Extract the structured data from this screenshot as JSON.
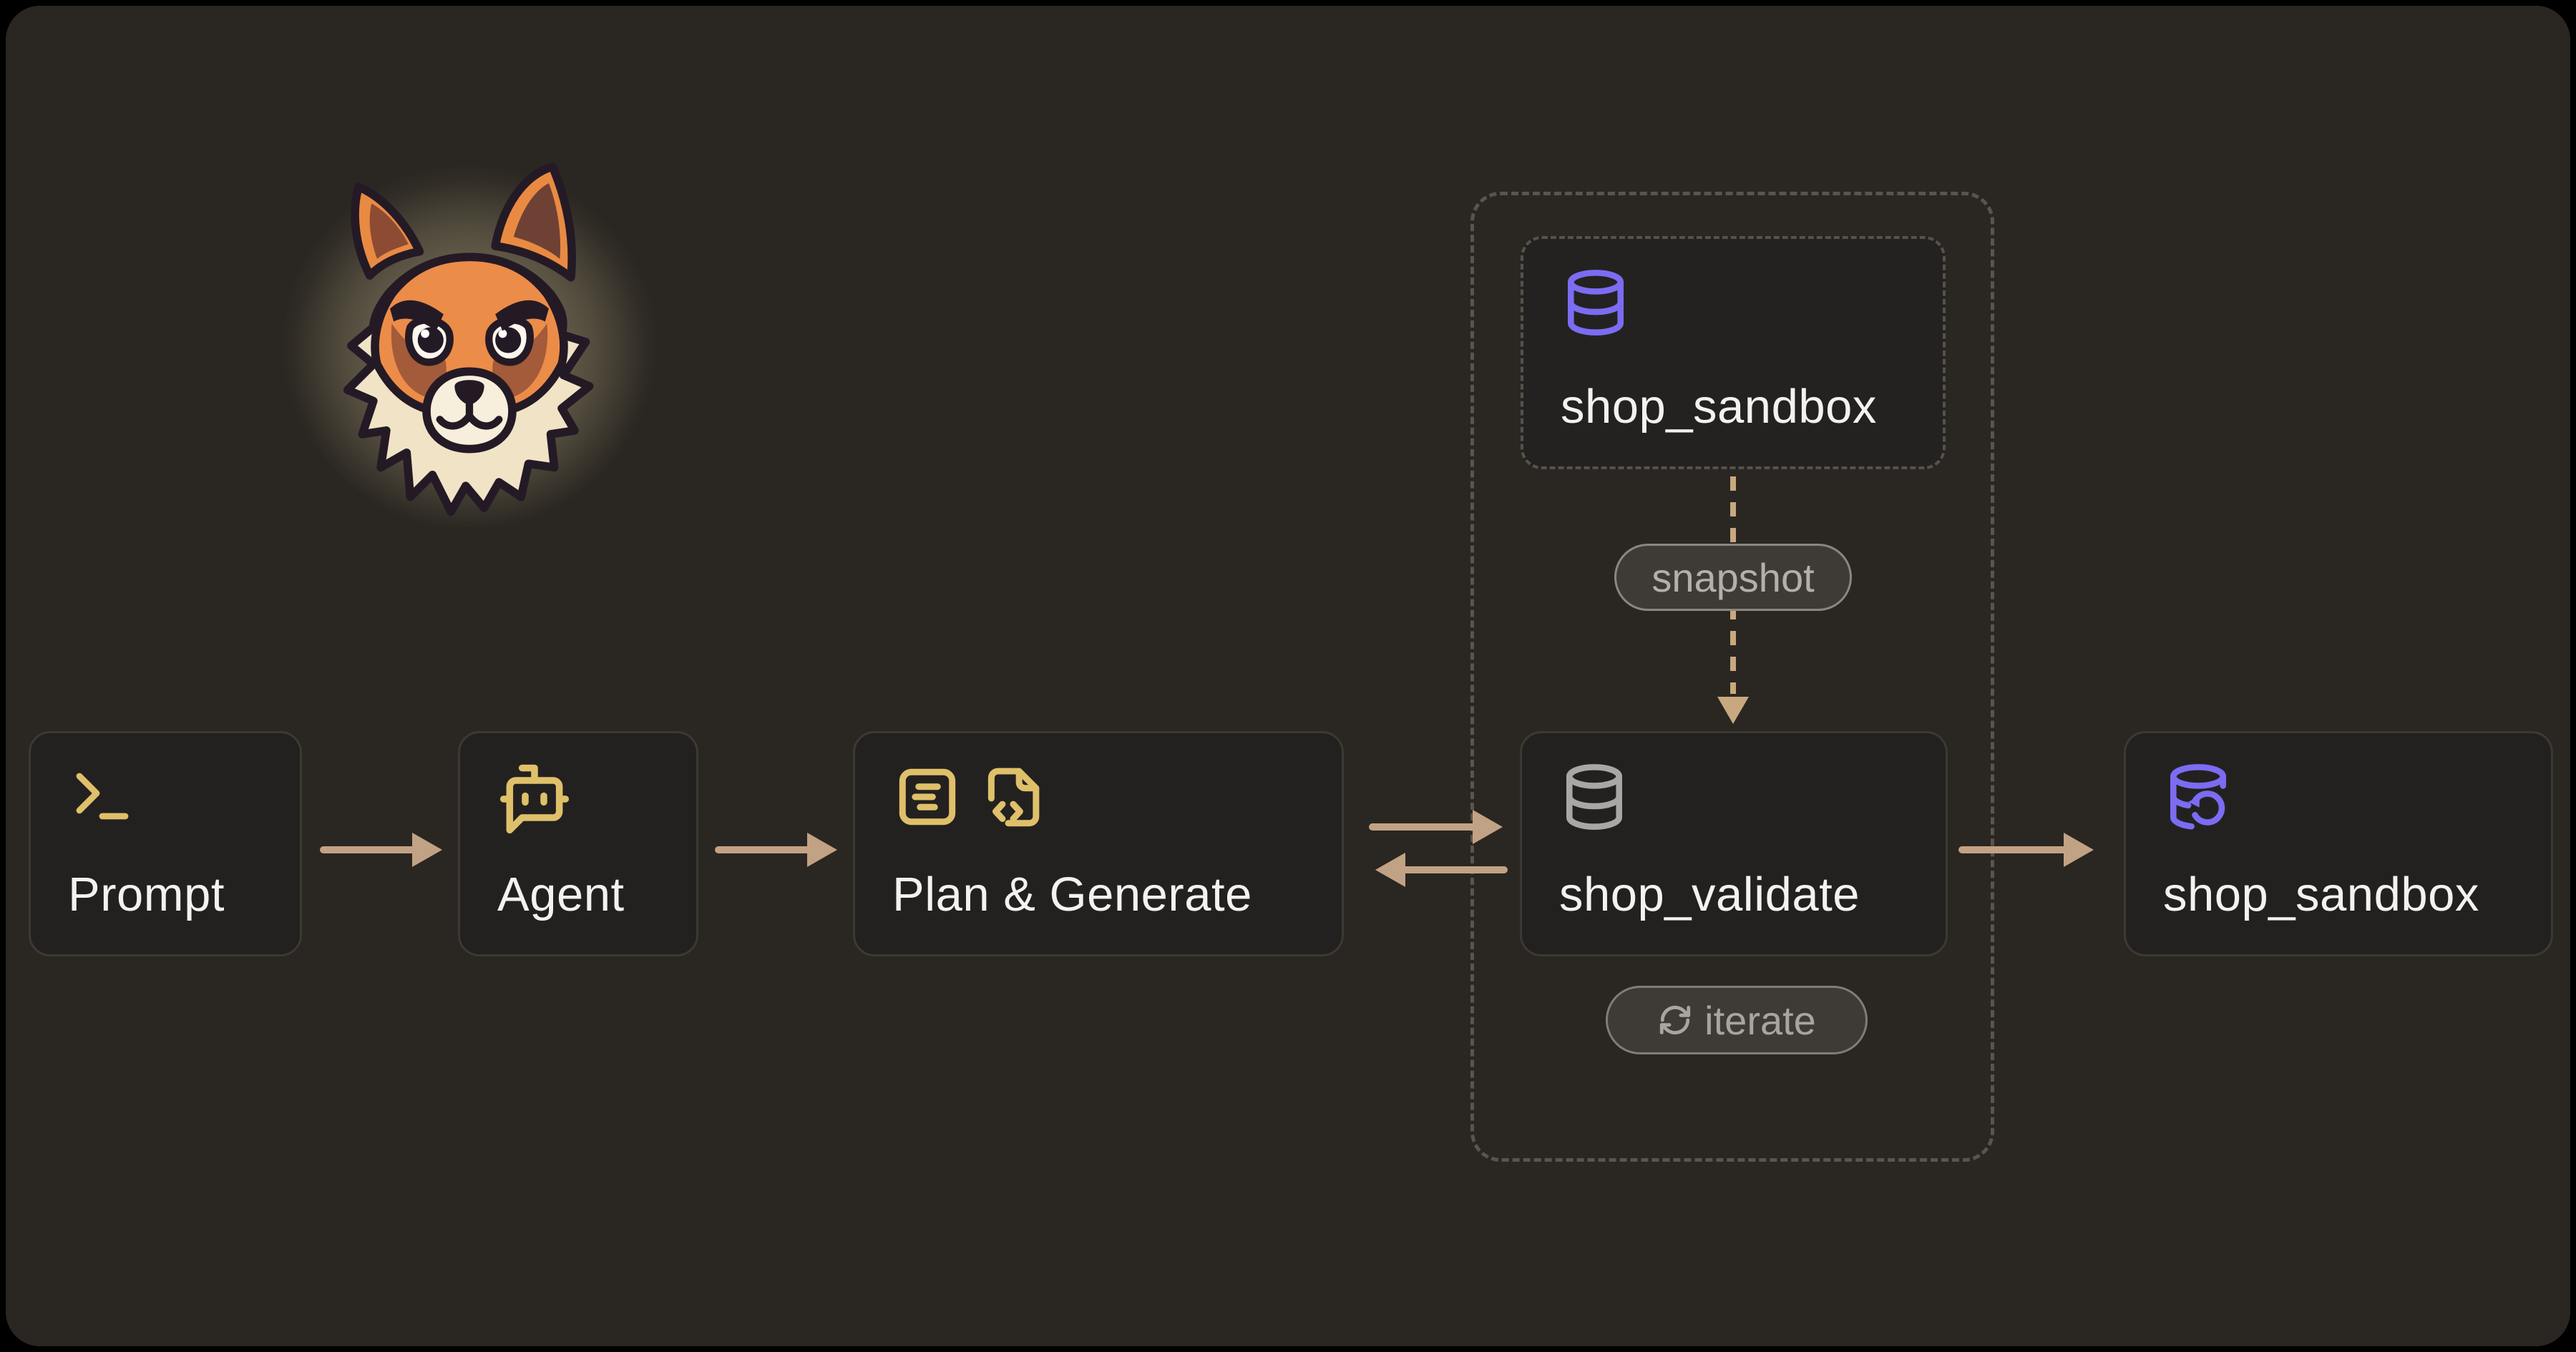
{
  "window": {
    "outer_background": "#000000",
    "surface_background": "#2a2621"
  },
  "mascot": {
    "name": "angry-fox-mascot",
    "glow_color": "#ecddac"
  },
  "flow": {
    "nodes": [
      {
        "id": "prompt",
        "label": "Prompt",
        "icon": "terminal-icon",
        "icon_color": "#dfc06a"
      },
      {
        "id": "agent",
        "label": "Agent",
        "icon": "bot-message-icon",
        "icon_color": "#dfc06a"
      },
      {
        "id": "plan-generate",
        "label": "Plan & Generate",
        "icon": "notepad-and-file-code",
        "icon_color": "#dfc06a"
      },
      {
        "id": "shop-validate",
        "label": "shop_validate",
        "icon": "database-icon",
        "icon_color": "#a9a7a4"
      },
      {
        "id": "shop-sandbox-output",
        "label": "shop_sandbox",
        "icon": "database-restore-icon",
        "icon_color": "#7b6cf3"
      }
    ],
    "group": {
      "source_node": {
        "id": "shop-sandbox-source",
        "label": "shop_sandbox",
        "icon": "database-icon",
        "icon_color": "#7b6cf3"
      },
      "badges": [
        {
          "id": "snapshot",
          "label": "snapshot"
        },
        {
          "id": "iterate",
          "label": "iterate",
          "icon": "refresh-icon"
        }
      ]
    },
    "colors": {
      "arrow": "#c2a284",
      "node_fill": "#232120",
      "node_border": "#3d3932",
      "dashed_group_border": "#5a544c",
      "dashed_node_border": "#56514b",
      "badge_fill": "#3e3b37",
      "badge_border": "#8b8780",
      "badge_text": "#b4b0a9",
      "label_text": "#f3f2ef",
      "gold": "#dfc06a",
      "purple": "#7b6cf3",
      "gray_icon": "#a9a7a4"
    }
  }
}
